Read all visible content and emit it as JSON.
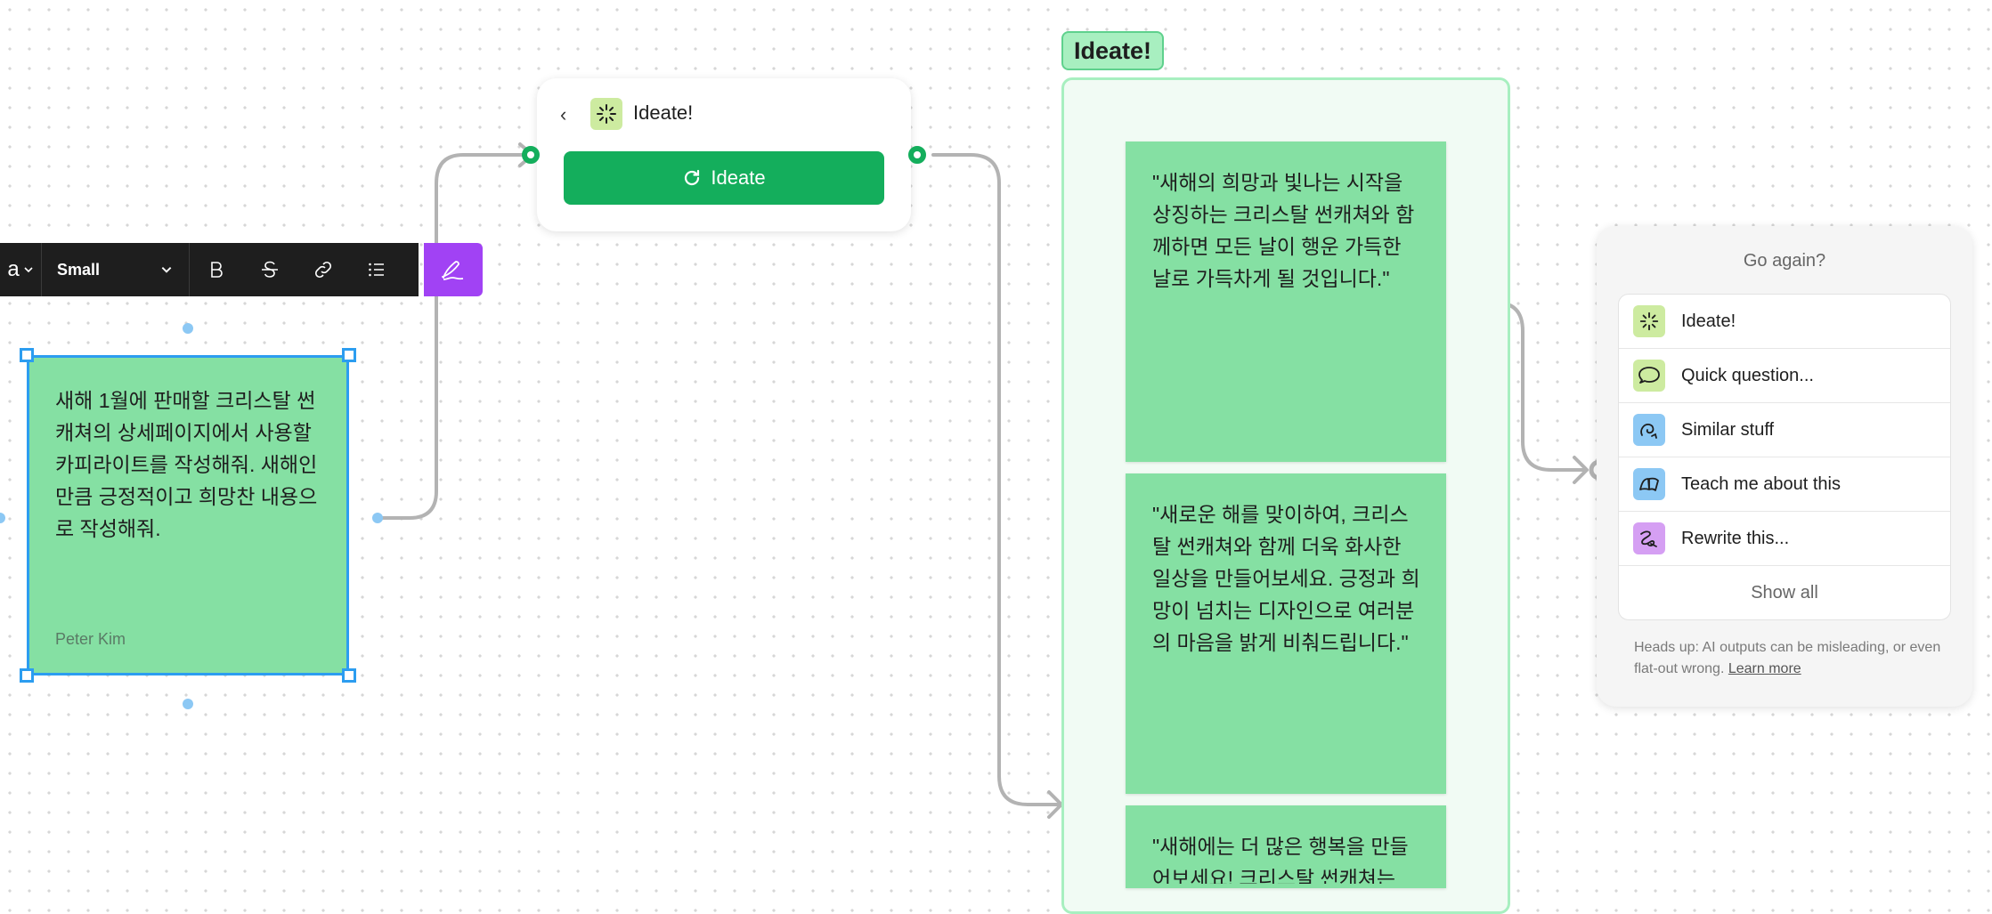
{
  "toolbar": {
    "font_glyph": "a",
    "size_label": "Small",
    "buttons": [
      "bold-icon",
      "strikethrough-icon",
      "link-icon",
      "list-icon"
    ],
    "pen_icon": "pen-icon"
  },
  "sticky": {
    "text": "새해 1월에 판매할 크리스탈 썬캐쳐의 상세페이지에서 사용할 카피라이트를 작성해줘. 새해인 만큼 긍정적이고 희망찬 내용으로 작성해줘.",
    "author": "Peter Kim",
    "color": "#85e0a3"
  },
  "widget": {
    "back_glyph": "‹",
    "title": "Ideate!",
    "button_label": "Ideate",
    "accent": "#14ae5c"
  },
  "section": {
    "label": "Ideate!",
    "notes": [
      "\"새해의 희망과 빛나는 시작을 상징하는 크리스탈 썬캐쳐와 함께하면 모든 날이 행운 가득한 날로 가득차게 될 것입니다.\"",
      "\"새로운 해를 맞이하여, 크리스탈 썬캐쳐와 함께 더욱 화사한 일상을 만들어보세요. 긍정과 희망이 넘치는 디자인으로 여러분의 마음을 밝게 비춰드립니다.\"",
      "\"새해에는 더 많은 행복을 만들어보세요! 크리스탈 썬캐쳐는"
    ]
  },
  "panel": {
    "heading": "Go again?",
    "items": [
      {
        "label": "Ideate!",
        "icon": "sparkle-icon",
        "color": "#cdeba0"
      },
      {
        "label": "Quick question...",
        "icon": "speech-bubble-icon",
        "color": "#cdeba0"
      },
      {
        "label": "Similar stuff",
        "icon": "similar-icon",
        "color": "#8cc8f4"
      },
      {
        "label": "Teach me about this",
        "icon": "book-icon",
        "color": "#8cc8f4"
      },
      {
        "label": "Rewrite this...",
        "icon": "rewrite-icon",
        "color": "#d59ff3"
      }
    ],
    "show_all": "Show all",
    "footer_text": "Heads up: AI outputs can be misleading, or even flat-out wrong.",
    "learn_more": "Learn more"
  }
}
